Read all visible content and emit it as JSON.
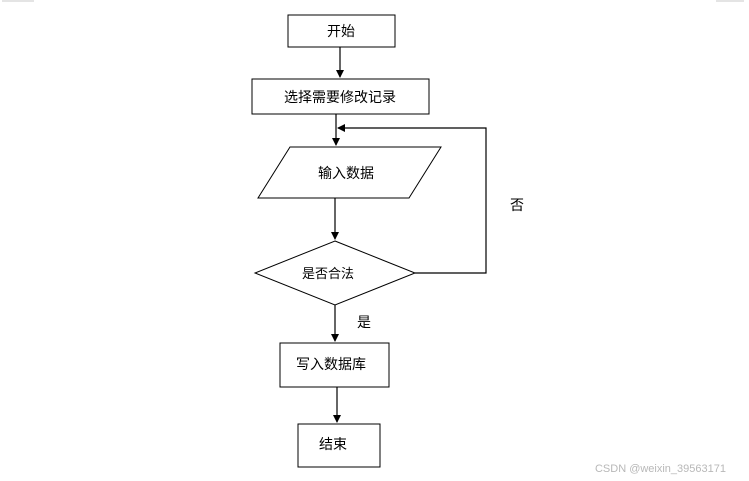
{
  "flowchart": {
    "start": "开始",
    "select_record": "选择需要修改记录",
    "input_data": "输入数据",
    "is_valid": "是否合法",
    "write_db": "写入数据库",
    "end": "结束",
    "edge_no": "否",
    "edge_yes": "是"
  },
  "watermark": "CSDN @weixin_39563171"
}
